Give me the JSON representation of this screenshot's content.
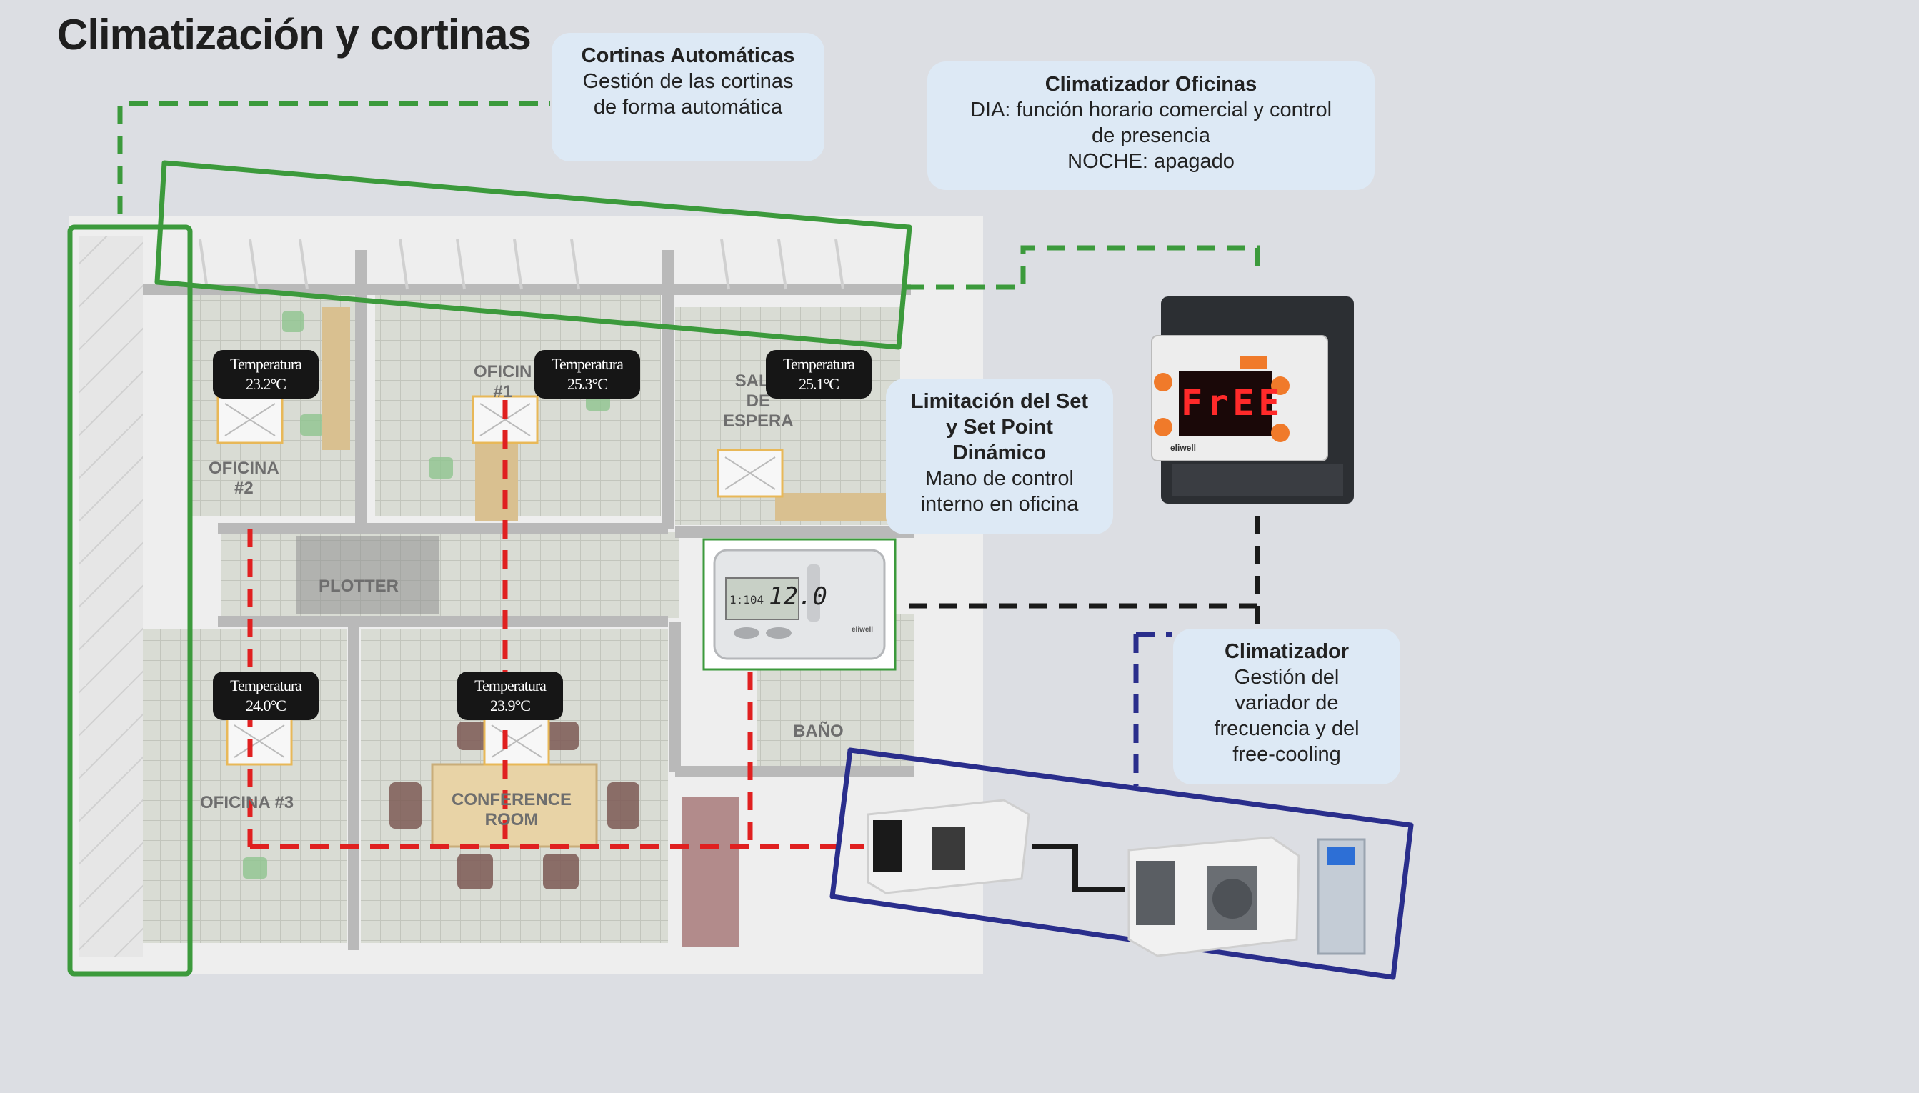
{
  "page": {
    "title": "Climatización y cortinas"
  },
  "callouts": {
    "curtains": {
      "title": "Cortinas Automáticas",
      "lines": [
        "Gestión de las cortinas",
        "de forma automática"
      ]
    },
    "office_ac": {
      "title": "Climatizador Oficinas",
      "lines": [
        "DIA: función horario comercial y control",
        "de presencia",
        "NOCHE: apagado"
      ]
    },
    "setpoint": {
      "title_lines": [
        "Limitación del Set",
        "y Set Point",
        "Dinámico"
      ],
      "lines": [
        "Mano de control",
        "interno en oficina"
      ]
    },
    "ac_unit": {
      "title": "Climatizador",
      "lines": [
        "Gestión del",
        "variador de",
        "frecuencia y del",
        "free-cooling"
      ]
    }
  },
  "rooms": {
    "oficina2": [
      "OFICINA",
      "#2"
    ],
    "oficina1": [
      "OFICIN",
      "#1"
    ],
    "sala": [
      "SALA",
      "DE",
      "ESPERA"
    ],
    "plotter": "PLOTTER",
    "oficina3": "OFICINA #3",
    "conference": [
      "CONFERENCE",
      "ROOM"
    ],
    "bano": "BAÑO"
  },
  "sensors": [
    {
      "label": "Temperatura",
      "value": "23.2°C"
    },
    {
      "label": "Temperatura",
      "value": "25.3°C"
    },
    {
      "label": "Temperatura",
      "value": "25.1°C"
    },
    {
      "label": "Temperatura",
      "value": "24.0°C"
    },
    {
      "label": "Temperatura",
      "value": "23.9°C"
    }
  ],
  "devices": {
    "controller_display": "FrEE",
    "thermostat_display": "12.0",
    "thermostat_small": "1:104",
    "brand": "eliwell"
  },
  "colors": {
    "curtain_group": "#3c9a3c",
    "control_bus": "#1a1a1a",
    "sensor_bus": "#e02020",
    "ac_group": "#2a2e8c",
    "callout_bg": "#dde9f5",
    "sensor_bg": "#161616"
  }
}
